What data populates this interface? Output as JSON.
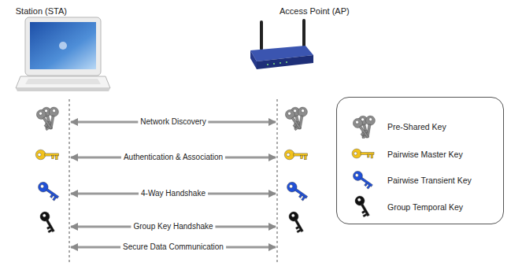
{
  "diagram": {
    "nodes": [
      {
        "text": [
          "Station (STA)"
        ]
      },
      {
        "text": [
          "Access Point (AP)"
        ]
      }
    ],
    "edges": [
      {
        "from": 0,
        "to": 1,
        "arrow": "both",
        "label": "Network Discovery"
      },
      {
        "from": 0,
        "to": 1,
        "arrow": "both",
        "label": "Authentication & Association"
      },
      {
        "from": 0,
        "to": 1,
        "arrow": "both",
        "label": "4-Way Handshake"
      },
      {
        "from": 0,
        "to": 1,
        "arrow": "both",
        "label": "Group Key Handshake"
      },
      {
        "from": 0,
        "to": 1,
        "arrow": "both",
        "label": "Secure Data Communication"
      }
    ],
    "legend": [
      {
        "text": "Pre-Shared Key",
        "color": "#8c8c8c"
      },
      {
        "text": "Pairwise Master Key",
        "color": "#f2c21b"
      },
      {
        "text": "Pairwise Transient Key",
        "color": "#2050d8"
      },
      {
        "text": "Group Temporal Key",
        "color": "#111111"
      }
    ]
  }
}
